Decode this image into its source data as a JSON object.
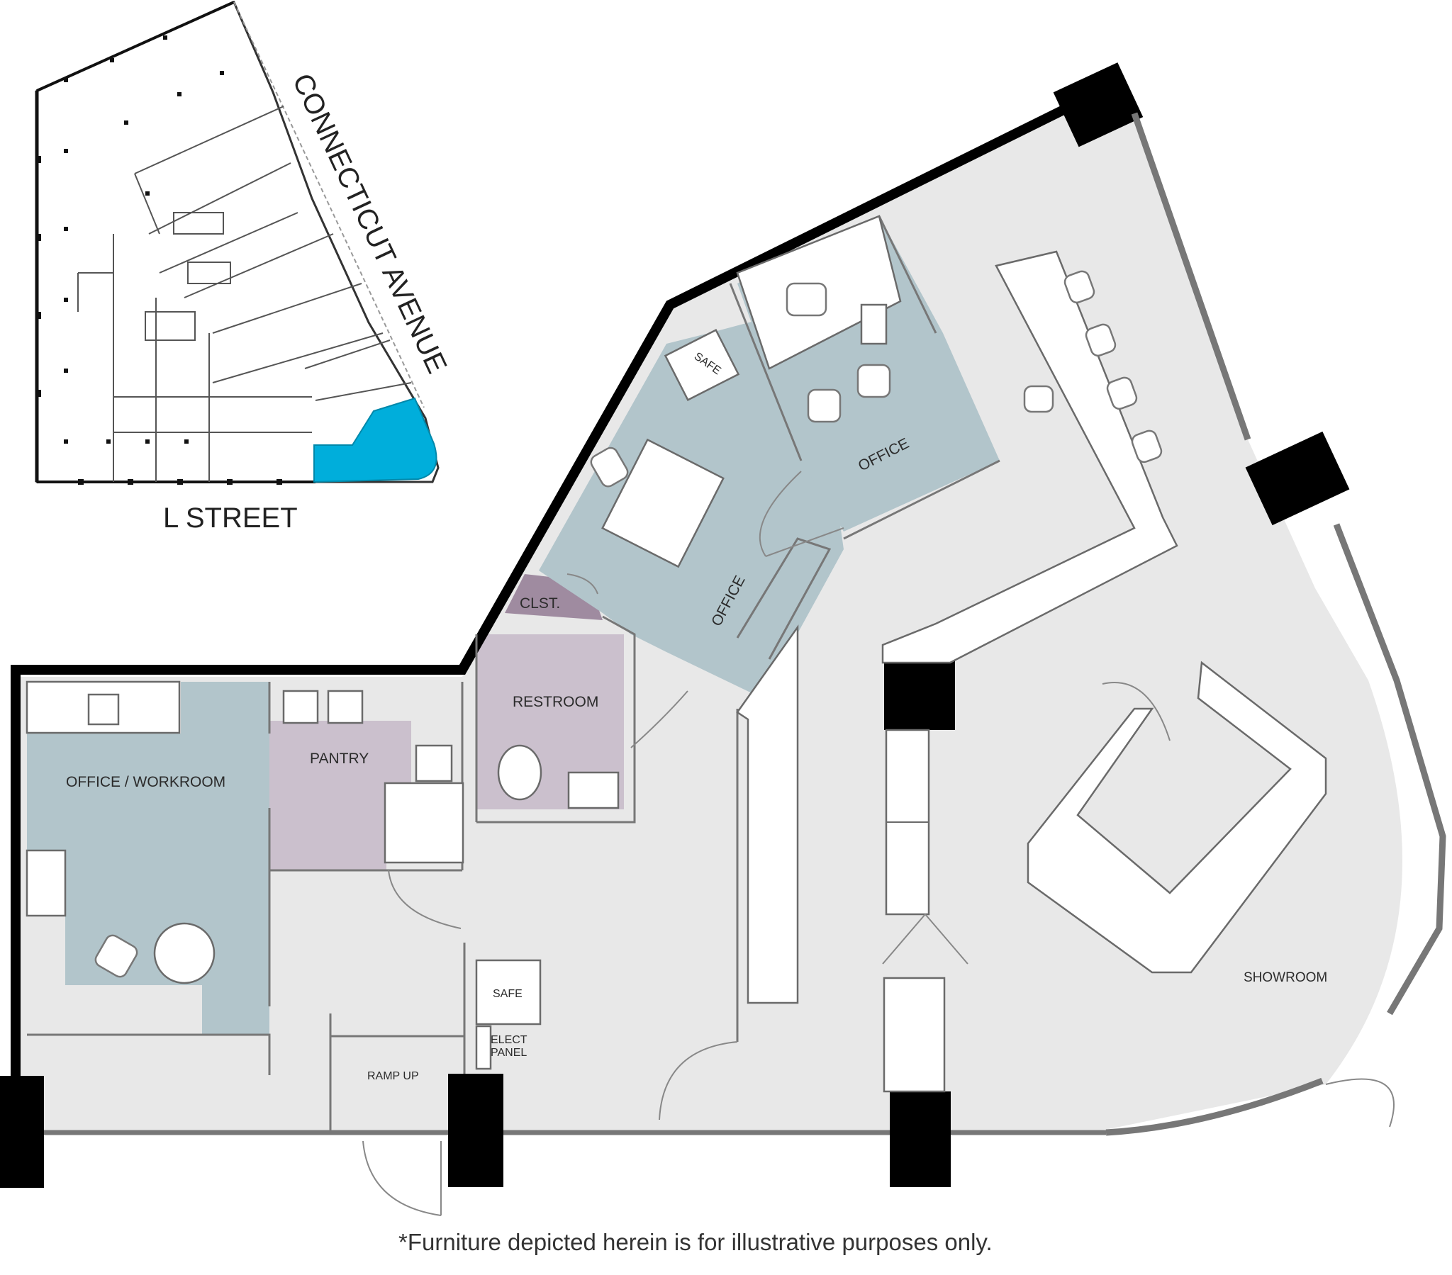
{
  "key_plan": {
    "street_top": "CONNECTICUT AVENUE",
    "street_bottom": "L STREET",
    "highlight_color": "#00aedb"
  },
  "rooms": {
    "office_workroom": "OFFICE / WORKROOM",
    "pantry": "PANTRY",
    "restroom": "RESTROOM",
    "closet": "CLST.",
    "office_left": "OFFICE",
    "office_right": "OFFICE",
    "showroom": "SHOWROOM",
    "ramp": "RAMP UP"
  },
  "fixtures": {
    "safe_upper": "SAFE",
    "safe_lower": "SAFE",
    "elect_panel_line1": "ELECT",
    "elect_panel_line2": "PANEL"
  },
  "colors": {
    "office_fill": "#b2c5cb",
    "pantry_fill": "#cbc0cd",
    "closet_fill": "#9f8ba0",
    "floor_fill": "#e8e8e8",
    "wall": "#000000"
  },
  "footnote": "*Furniture depicted herein is for illustrative purposes only."
}
